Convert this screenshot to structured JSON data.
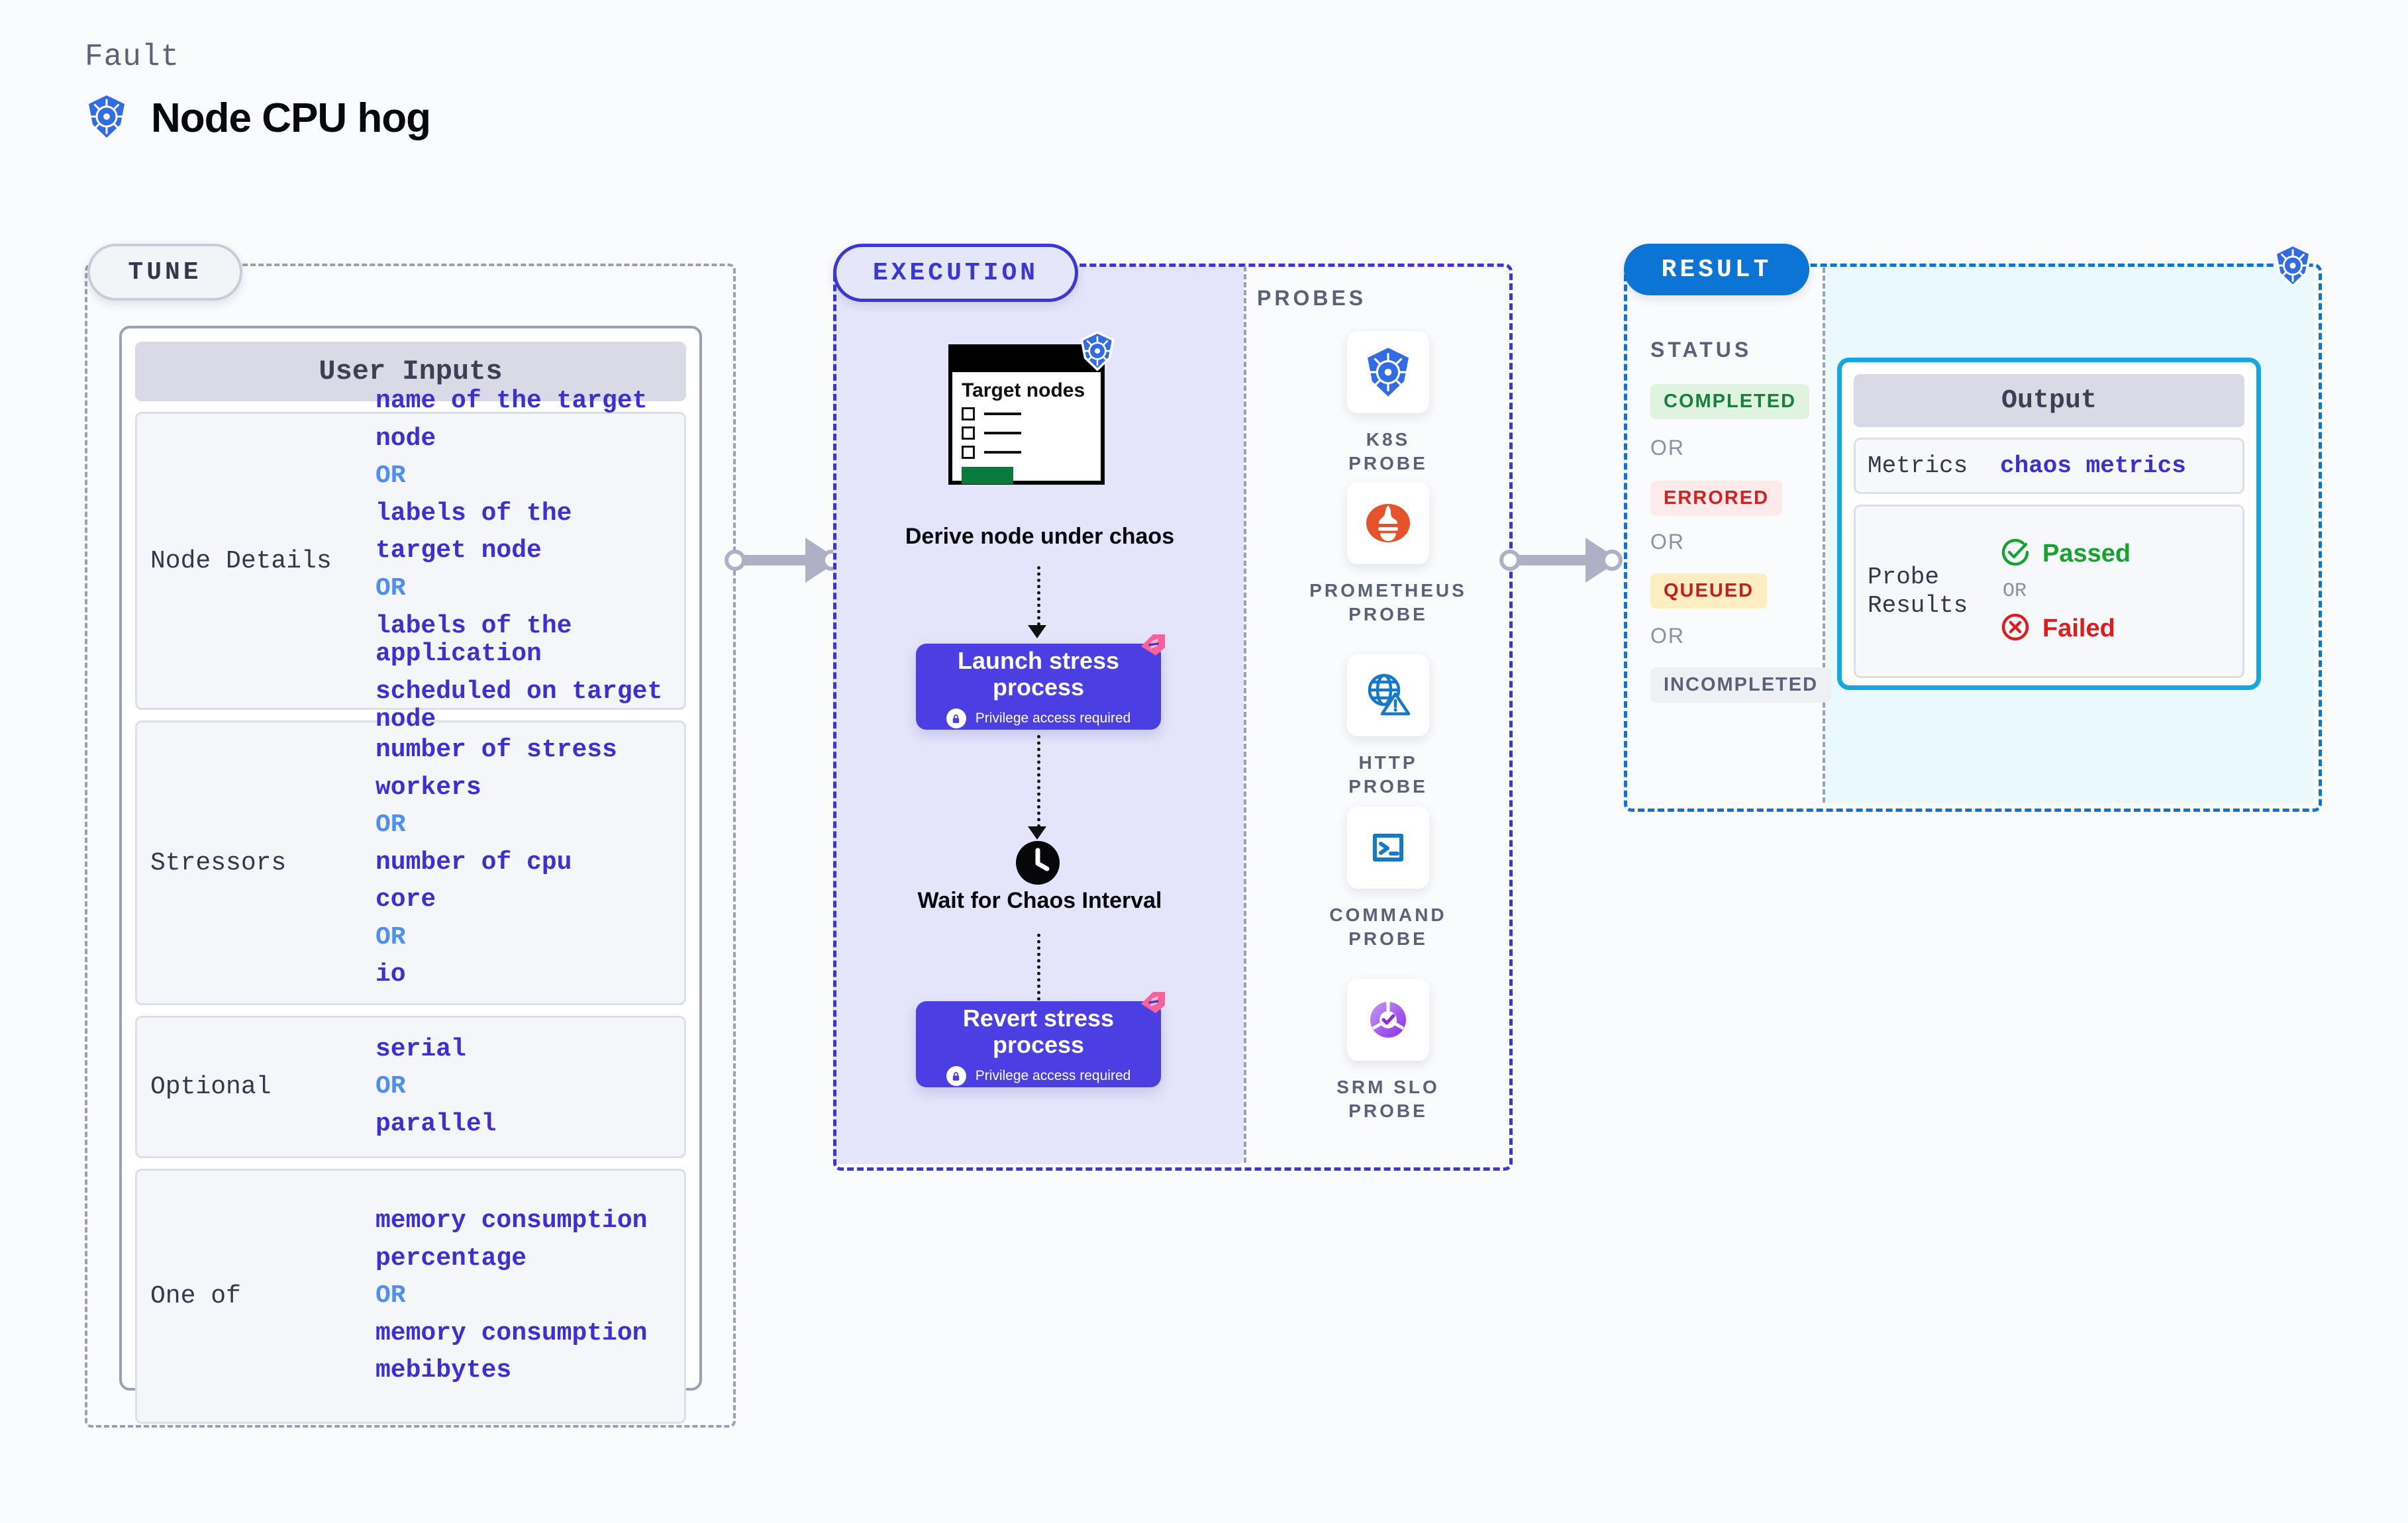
{
  "header": {
    "kicker": "Fault",
    "title": "Node CPU hog",
    "icon": "kubernetes-icon"
  },
  "tune": {
    "pill_label": "TUNE",
    "card_title": "User Inputs",
    "rows": [
      {
        "key": "Node Details",
        "values": [
          {
            "text": "name of the target",
            "type": "value"
          },
          {
            "text": "node",
            "type": "value"
          },
          {
            "text": "OR",
            "type": "or"
          },
          {
            "text": "labels of the",
            "type": "value"
          },
          {
            "text": "target node",
            "type": "value"
          },
          {
            "text": "OR",
            "type": "or"
          },
          {
            "text": "labels of the application",
            "type": "value"
          },
          {
            "text": " scheduled on target node",
            "type": "value"
          }
        ]
      },
      {
        "key": "Stressors",
        "values": [
          {
            "text": "number of stress",
            "type": "value"
          },
          {
            "text": "workers",
            "type": "value"
          },
          {
            "text": "OR",
            "type": "or"
          },
          {
            "text": "number of cpu",
            "type": "value"
          },
          {
            "text": "core",
            "type": "value"
          },
          {
            "text": "OR",
            "type": "or"
          },
          {
            "text": "io",
            "type": "value"
          }
        ]
      },
      {
        "key": "Optional",
        "values": [
          {
            "text": "serial",
            "type": "value"
          },
          {
            "text": "OR",
            "type": "or"
          },
          {
            "text": "parallel",
            "type": "value"
          }
        ]
      },
      {
        "key": "One of",
        "values": [
          {
            "text": "memory consumption",
            "type": "value"
          },
          {
            "text": "percentage",
            "type": "value"
          },
          {
            "text": "OR",
            "type": "or"
          },
          {
            "text": "memory consumption",
            "type": "value"
          },
          {
            "text": "mebibytes",
            "type": "value"
          }
        ]
      }
    ]
  },
  "execution": {
    "pill_label": "EXECUTION",
    "node_card": {
      "title": "Target nodes",
      "checkbox_count": 3,
      "badge_icon": "kubernetes-icon"
    },
    "derive_label": "Derive node under chaos",
    "launch_step": {
      "title": "Launch stress process",
      "sub": "Privilege access required",
      "icon": "lock-icon",
      "ribbon": "harness-ribbon-icon"
    },
    "wait_step": {
      "label": "Wait for Chaos Interval",
      "icon": "clock-icon"
    },
    "revert_step": {
      "title": "Revert stress process",
      "sub": "Privilege access required",
      "icon": "lock-icon",
      "ribbon": "harness-ribbon-icon"
    }
  },
  "probes": {
    "heading": "PROBES",
    "items": [
      {
        "name": "K8S PROBE",
        "icon": "kubernetes-icon"
      },
      {
        "name": "PROMETHEUS PROBE",
        "icon": "prometheus-icon"
      },
      {
        "name": "HTTP PROBE",
        "icon": "globe-warning-icon"
      },
      {
        "name": "COMMAND PROBE",
        "icon": "terminal-icon"
      },
      {
        "name": "SRM SLO PROBE",
        "icon": "slo-donut-icon"
      }
    ]
  },
  "result": {
    "pill_label": "RESULT",
    "status_heading": "STATUS",
    "badges": [
      {
        "label": "COMPLETED",
        "bg": "#dff3e0",
        "fg": "#17803a"
      },
      {
        "label": "ERRORED",
        "bg": "#fdeaea",
        "fg": "#d52020"
      },
      {
        "label": "QUEUED",
        "bg": "#fdeec2",
        "fg": "#c02020"
      },
      {
        "label": "INCOMPLETED",
        "bg": "#eff0f4",
        "fg": "#5b6178"
      }
    ],
    "or_label": "OR",
    "badge_icon": "kubernetes-icon",
    "output": {
      "title": "Output",
      "metrics_key": "Metrics",
      "metrics_value": "chaos metrics",
      "probe_results_key": "Probe Results",
      "passed_label": "Passed",
      "passed_color": "#14a32d",
      "failed_label": "Failed",
      "failed_color": "#e01b1b",
      "or_label": "OR",
      "passed_icon": "check-circle-icon",
      "failed_icon": "x-circle-icon"
    }
  },
  "connectors": {
    "tune_to_execution": "arrow-right",
    "execution_to_result": "arrow-right"
  }
}
